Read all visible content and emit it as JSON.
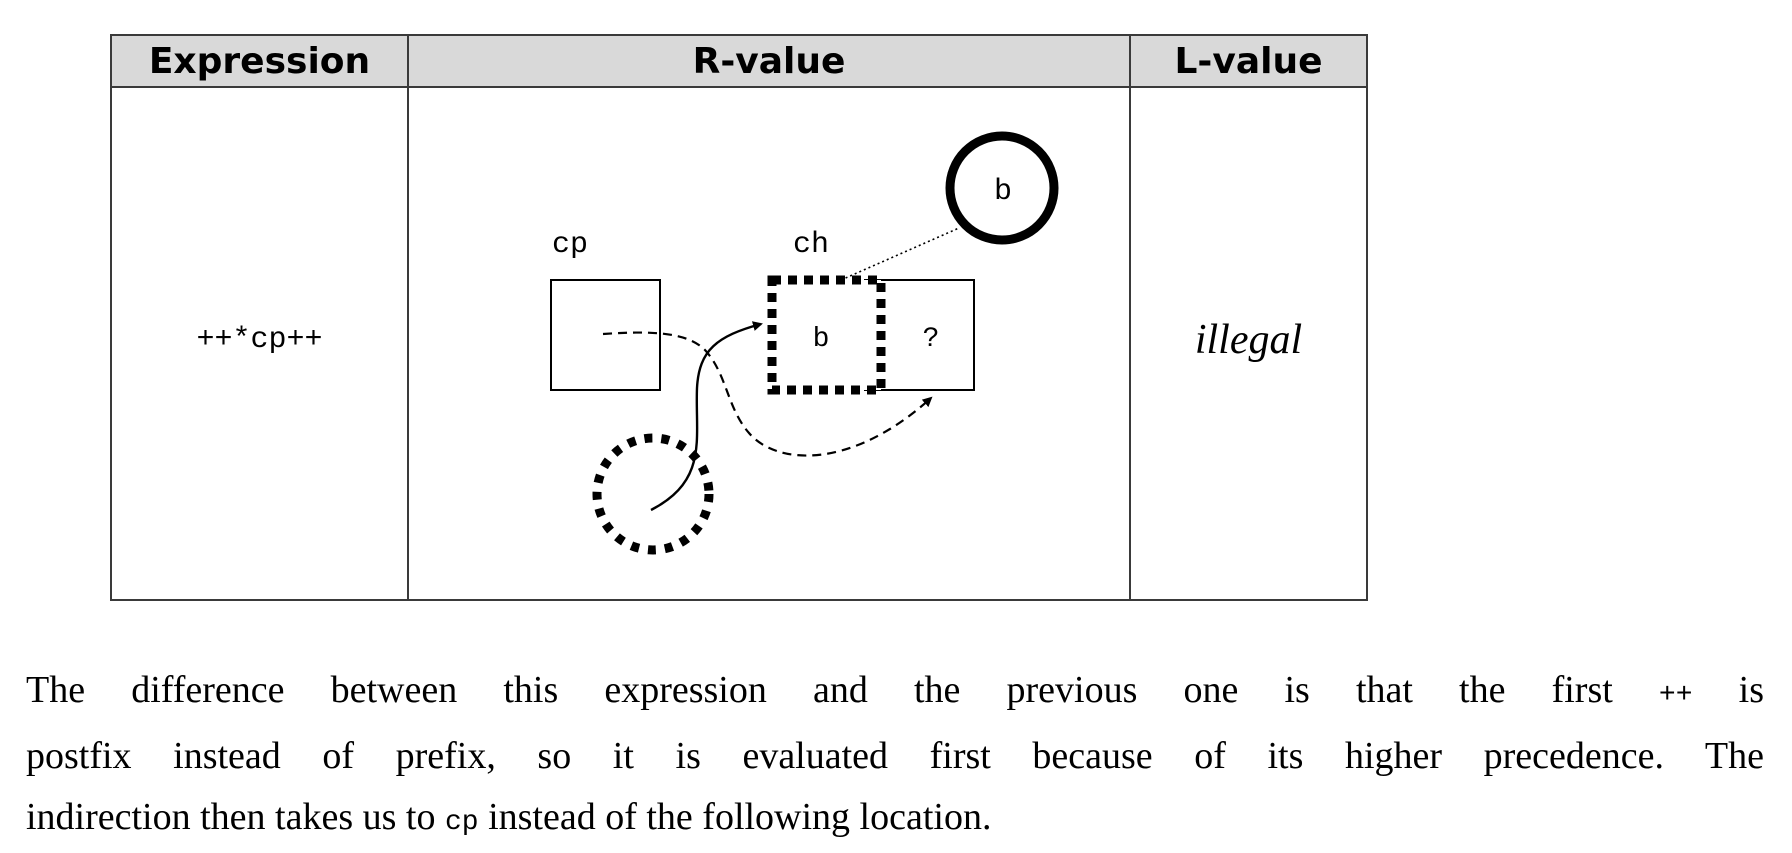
{
  "table": {
    "headers": [
      "Expression",
      "R-value",
      "L-value"
    ],
    "expression": "++*cp++",
    "lvalue": "illegal",
    "diagram": {
      "labels": {
        "cp": "cp",
        "ch": "ch",
        "ch_value": "b",
        "next_value": "?",
        "result_value": "b"
      }
    }
  },
  "paragraph": {
    "line1_a": "The difference between this expression and the previous one is that the first",
    "line1_code": "++",
    "line1_b": "is",
    "line2": "postfix instead of prefix, so it is evaluated first because of its higher precedence. The",
    "line3_a": "indirection then takes us to",
    "line3_code": "cp",
    "line3_b": "instead of the following location."
  }
}
